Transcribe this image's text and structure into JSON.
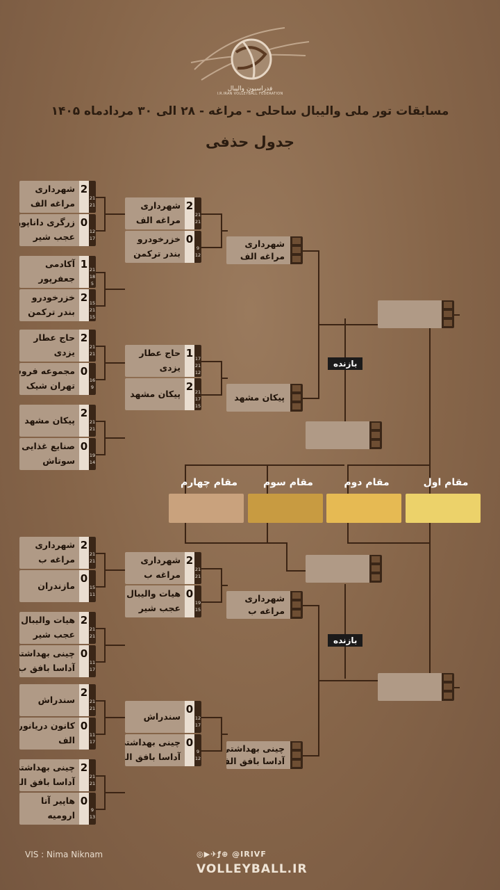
{
  "header": {
    "title": "مسابقات تور ملی والیبال ساحلی - مراغه - ۲۸ الی ۳۰ مردادماه ۱۴۰۵",
    "subtitle": "جدول حذفی",
    "federation_en": "I.R.IRAN VOLLEYBALL FEDERATION",
    "logo": "volleyball-federation-logo"
  },
  "r1": [
    {
      "t1": [
        "شهرداری",
        "مراغه الف"
      ],
      "s1": "2",
      "g1": [
        "21",
        "21"
      ],
      "t2": [
        "زرگری داناپور",
        "عجب شیر"
      ],
      "s2": "0",
      "g2": [
        "12",
        "17"
      ]
    },
    {
      "t1": [
        "آکادمی",
        "جعفرپور"
      ],
      "s1": "1",
      "g1": [
        "21",
        "18",
        "5"
      ],
      "t2": [
        "خزرخودرو",
        "بندر ترکمن"
      ],
      "s2": "2",
      "g2": [
        "15",
        "21",
        "15"
      ]
    },
    {
      "t1": [
        "حاج عطار",
        "یزدی"
      ],
      "s1": "2",
      "g1": [
        "21",
        "21"
      ],
      "t2": [
        "مجموعه فروشگاه",
        "تهران شیک"
      ],
      "s2": "0",
      "g2": [
        "16",
        "9"
      ]
    },
    {
      "t1": [
        "پیکان مشهد",
        ""
      ],
      "s1": "2",
      "g1": [
        "21",
        "21"
      ],
      "t2": [
        "صنایع غذایی",
        "سوتاش"
      ],
      "s2": "0",
      "g2": [
        "19",
        "14"
      ]
    },
    {
      "t1": [
        "شهرداری",
        "مراغه ب"
      ],
      "s1": "2",
      "g1": [
        "21",
        "21"
      ],
      "t2": [
        "مازندران",
        ""
      ],
      "s2": "0",
      "g2": [
        "15",
        "11"
      ]
    },
    {
      "t1": [
        "هیات والیبال",
        "عجب شیر"
      ],
      "s1": "2",
      "g1": [
        "21",
        "21"
      ],
      "t2": [
        "چینی بهداشتی",
        "آداسا بافق ب"
      ],
      "s2": "0",
      "g2": [
        "11",
        "17"
      ]
    },
    {
      "t1": [
        "سندراش",
        ""
      ],
      "s1": "2",
      "g1": [
        "21",
        "21"
      ],
      "t2": [
        "کانون دریانورد",
        "الف"
      ],
      "s2": "0",
      "g2": [
        "11",
        "17"
      ]
    },
    {
      "t1": [
        "چینی بهداشتی",
        "آداسا بافق الف"
      ],
      "s1": "2",
      "g1": [
        "21",
        "21"
      ],
      "t2": [
        "هاپیر آتا",
        "ارومیه"
      ],
      "s2": "0",
      "g2": [
        "9",
        "13"
      ]
    }
  ],
  "r2": [
    {
      "t1": [
        "شهرداری",
        "مراغه الف"
      ],
      "s1": "2",
      "g1": [
        "21",
        "21"
      ],
      "t2": [
        "خزرخودرو",
        "بندر ترکمن"
      ],
      "s2": "0",
      "g2": [
        "9",
        "12"
      ]
    },
    {
      "t1": [
        "حاج عطار",
        "یزدی"
      ],
      "s1": "1",
      "g1": [
        "17",
        "21",
        "12"
      ],
      "t2": [
        "پیکان مشهد",
        ""
      ],
      "s2": "2",
      "g2": [
        "21",
        "17",
        "15"
      ]
    },
    {
      "t1": [
        "شهرداری",
        "مراغه ب"
      ],
      "s1": "2",
      "g1": [
        "21",
        "21"
      ],
      "t2": [
        "هیات والیبال",
        "عجب شیر"
      ],
      "s2": "0",
      "g2": [
        "19",
        "15"
      ]
    },
    {
      "t1": [
        "سندراش",
        ""
      ],
      "s1": "0",
      "g1": [
        "12",
        "17"
      ],
      "t2": [
        "چینی بهداشتی",
        "آداسا بافق الف"
      ],
      "s2": "0",
      "g2": [
        "9",
        "12"
      ]
    }
  ],
  "r3": [
    {
      "name": [
        "شهرداری",
        "مراغه الف"
      ]
    },
    {
      "name": [
        "پیکان مشهد",
        ""
      ]
    },
    {
      "name": [
        "شهرداری",
        "مراغه ب"
      ]
    },
    {
      "name": [
        "چینی بهداشتی",
        "آداسا بافق الف"
      ]
    }
  ],
  "badge_label": "بازنده",
  "places": [
    {
      "label": "مقام اول",
      "color": "#ecd26a"
    },
    {
      "label": "مقام دوم",
      "color": "#e6ba53"
    },
    {
      "label": "مقام سوم",
      "color": "#c89b41"
    },
    {
      "label": "مقام چهارم",
      "color": "#c9a27d"
    }
  ],
  "footer": {
    "credit": "VIS : Nima Niknam",
    "social": "@IRIVF",
    "site": "VOLLEYBALL.IR",
    "social_icons": [
      "instagram-icon",
      "youtube-icon",
      "telegram-icon",
      "facebook-icon",
      "link-icon"
    ]
  }
}
